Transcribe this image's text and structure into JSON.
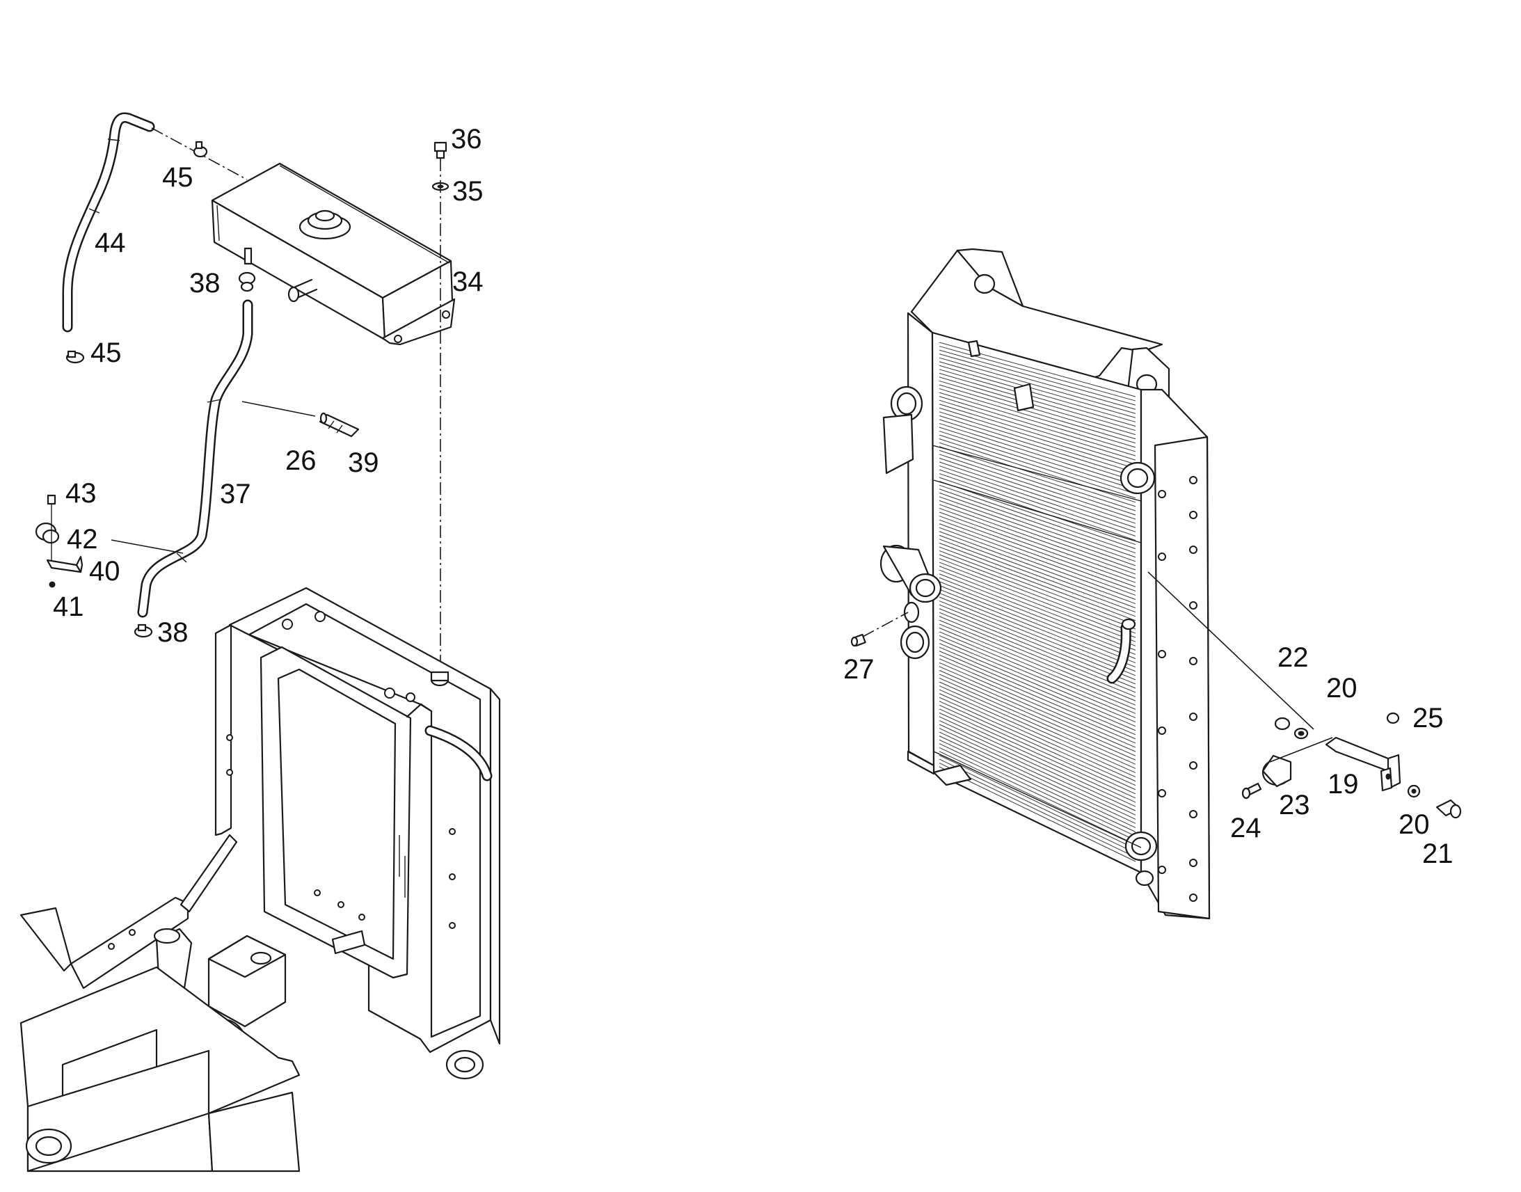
{
  "callouts": [
    {
      "id": "c36",
      "text": "36"
    },
    {
      "id": "c35",
      "text": "35"
    },
    {
      "id": "c45a",
      "text": "45"
    },
    {
      "id": "c44",
      "text": "44"
    },
    {
      "id": "c34",
      "text": "34"
    },
    {
      "id": "c38a",
      "text": "38"
    },
    {
      "id": "c45b",
      "text": "45"
    },
    {
      "id": "c26",
      "text": "26"
    },
    {
      "id": "c39",
      "text": "39"
    },
    {
      "id": "c37",
      "text": "37"
    },
    {
      "id": "c43",
      "text": "43"
    },
    {
      "id": "c42",
      "text": "42"
    },
    {
      "id": "c40",
      "text": "40"
    },
    {
      "id": "c41",
      "text": "41"
    },
    {
      "id": "c38b",
      "text": "38"
    },
    {
      "id": "c27",
      "text": "27"
    },
    {
      "id": "c22",
      "text": "22"
    },
    {
      "id": "c20a",
      "text": "20"
    },
    {
      "id": "c25",
      "text": "25"
    },
    {
      "id": "c19",
      "text": "19"
    },
    {
      "id": "c23",
      "text": "23"
    },
    {
      "id": "c24",
      "text": "24"
    },
    {
      "id": "c20b",
      "text": "20"
    },
    {
      "id": "c21",
      "text": "21"
    }
  ]
}
